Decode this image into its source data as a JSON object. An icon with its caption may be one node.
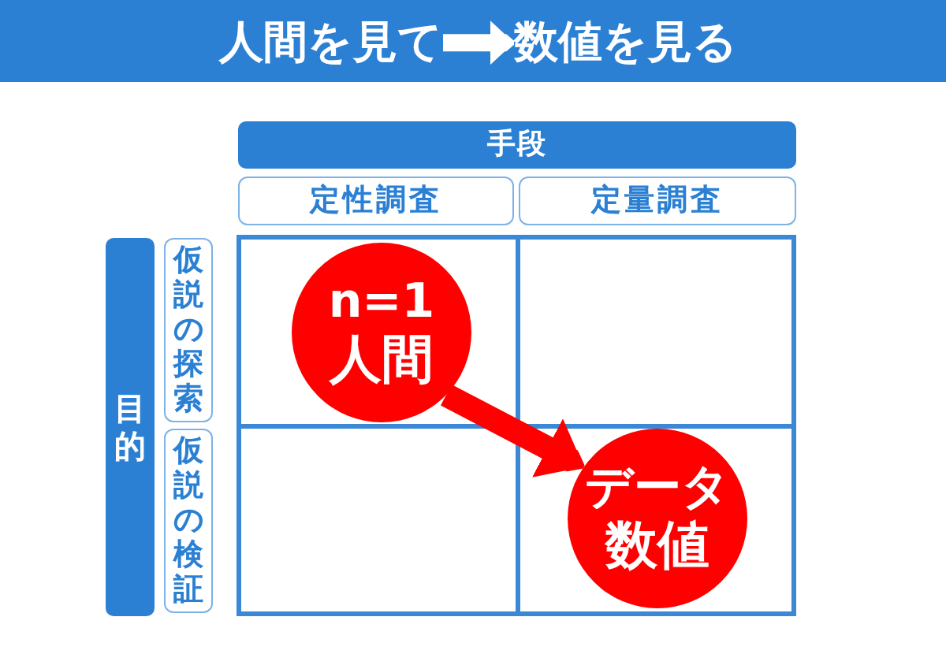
{
  "diagram": {
    "nodes": [
      {
        "text": [],
        "shape": "bar"
      },
      {
        "text": [
          "人間を見て"
        ],
        "in": 0
      },
      {
        "text": [
          "数値を見る"
        ],
        "in": 0
      },
      {
        "text": [
          "手段"
        ]
      },
      {
        "text": [
          "定性調査"
        ]
      },
      {
        "text": [
          "定量調査"
        ]
      },
      {
        "text": [
          "目的"
        ]
      },
      {
        "text": [
          "仮説の探索"
        ]
      },
      {
        "text": [
          "仮説の検証"
        ]
      },
      {
        "text": [],
        "shape": "box"
      },
      {
        "text": [
          "n=1",
          "人間"
        ],
        "in": 9
      },
      {
        "text": [],
        "shape": "box"
      },
      {
        "text": [],
        "shape": "box"
      },
      {
        "text": [],
        "shape": "box"
      },
      {
        "text": [
          "データ",
          "数値"
        ],
        "in": 13
      }
    ],
    "edges": [
      {
        "from": 1,
        "to": 2,
        "arrow": "to",
        "color": "#ffffff"
      },
      {
        "from": 10,
        "to": 14,
        "arrow": "to",
        "color": "#ff0000"
      }
    ]
  }
}
